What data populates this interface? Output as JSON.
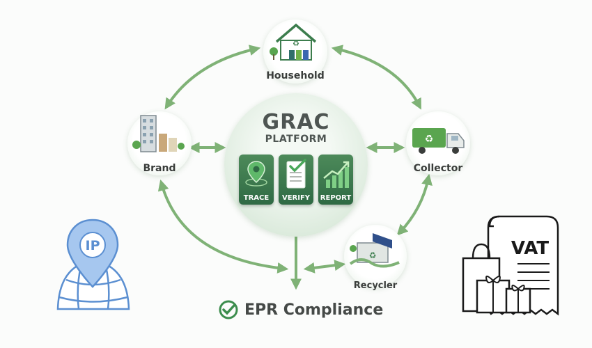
{
  "platform": {
    "title": "GRAC",
    "subtitle": "PLATFORM",
    "features": [
      {
        "label": "TRACE",
        "icon": "map-pin-icon"
      },
      {
        "label": "VERIFY",
        "icon": "checklist-icon"
      },
      {
        "label": "REPORT",
        "icon": "growth-chart-icon"
      }
    ]
  },
  "nodes": {
    "household": {
      "label": "Household",
      "icon": "recycling-house-icon"
    },
    "brand": {
      "label": "Brand",
      "icon": "office-building-icon"
    },
    "collector": {
      "label": "Collector",
      "icon": "recycling-truck-icon"
    },
    "recycler": {
      "label": "Recycler",
      "icon": "recycling-plant-icon"
    }
  },
  "compliance": {
    "label": "EPR Compliance",
    "icon": "check-circle-icon"
  },
  "overlays": {
    "left": {
      "text": "IP",
      "icon": "ip-location-pin-icon"
    },
    "right": {
      "text": "VAT",
      "icon": "vat-receipt-shopping-bag-icon"
    }
  },
  "colors": {
    "arrow": "#7fb276",
    "primary_green": "#3c7d4d",
    "text_dark": "#3a3d3b",
    "ip_blue": "#5b8fd1",
    "outline_black": "#1a1a1a"
  }
}
